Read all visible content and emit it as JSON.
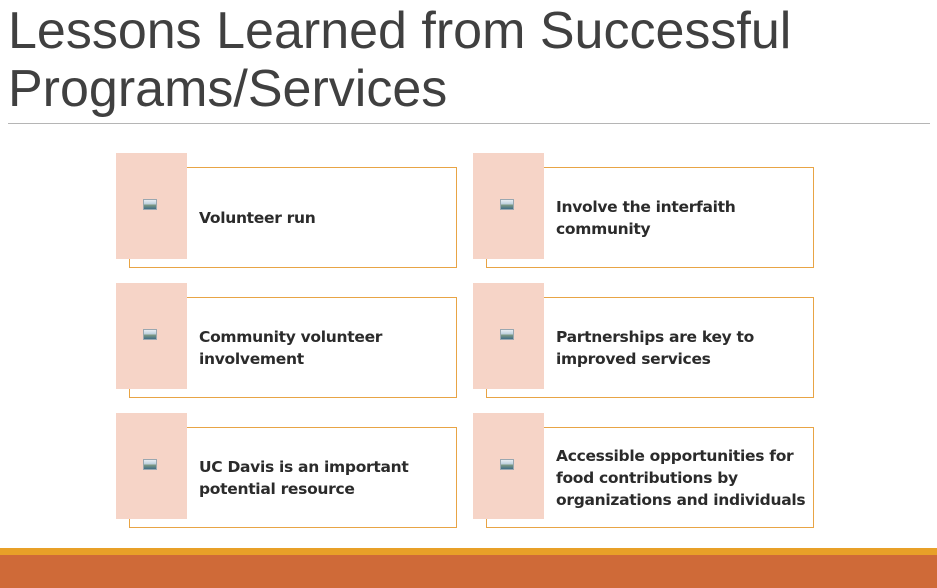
{
  "slide": {
    "title_line1": "Lessons Learned from Successful",
    "title_line2": "Programs/Services"
  },
  "items": [
    {
      "icon": "picture-icon",
      "text": "Volunteer run"
    },
    {
      "icon": "picture-icon",
      "text": "Involve the interfaith community"
    },
    {
      "icon": "picture-icon",
      "text": "Community volunteer involvement"
    },
    {
      "icon": "picture-icon",
      "text": "Partnerships are key to improved services"
    },
    {
      "icon": "picture-icon",
      "text": "UC Davis is an important potential resource"
    },
    {
      "icon": "picture-icon",
      "text": "Accessible opportunities for food contributions by organizations and individuals"
    }
  ],
  "colors": {
    "card_border": "#e8a445",
    "card_tab": "#f6d4c7",
    "footer_gold": "#e8a028",
    "footer_rust": "#cf6a38",
    "title_text": "#404040"
  }
}
